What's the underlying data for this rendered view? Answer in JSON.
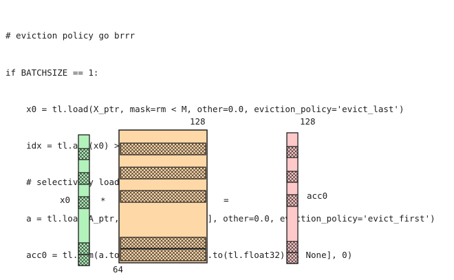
{
  "code_lines": [
    "# eviction policy go brrr",
    "if BATCHSIZE == 1:",
    "    x0 = tl.load(X_ptr, mask=rm < M, other=0.0, eviction_policy='evict_last')",
    "    idx = tl.abs(x0) > threshold",
    "    # selectively load weight rows",
    "    a = tl.load(A_ptr, mask=idx[:, None], other=0.0, eviction_policy='evict_first')",
    "    acc0 = tl.sum(a.to(tl.float32) * x0.to(tl.float32)[:, None], 0)"
  ],
  "diagram": {
    "x0_label": "x0",
    "multiply_symbol": "*",
    "equals_symbol": "=",
    "matrix_width_label": "128",
    "matrix_height_label": "64",
    "acc_width_label": "128",
    "acc_label": "acc0",
    "colors": {
      "x0_fill": "#b2f2bb",
      "matrix_fill": "#ffd8a8",
      "acc_fill": "#ffc9c9",
      "stroke": "#1e1e1e"
    }
  }
}
